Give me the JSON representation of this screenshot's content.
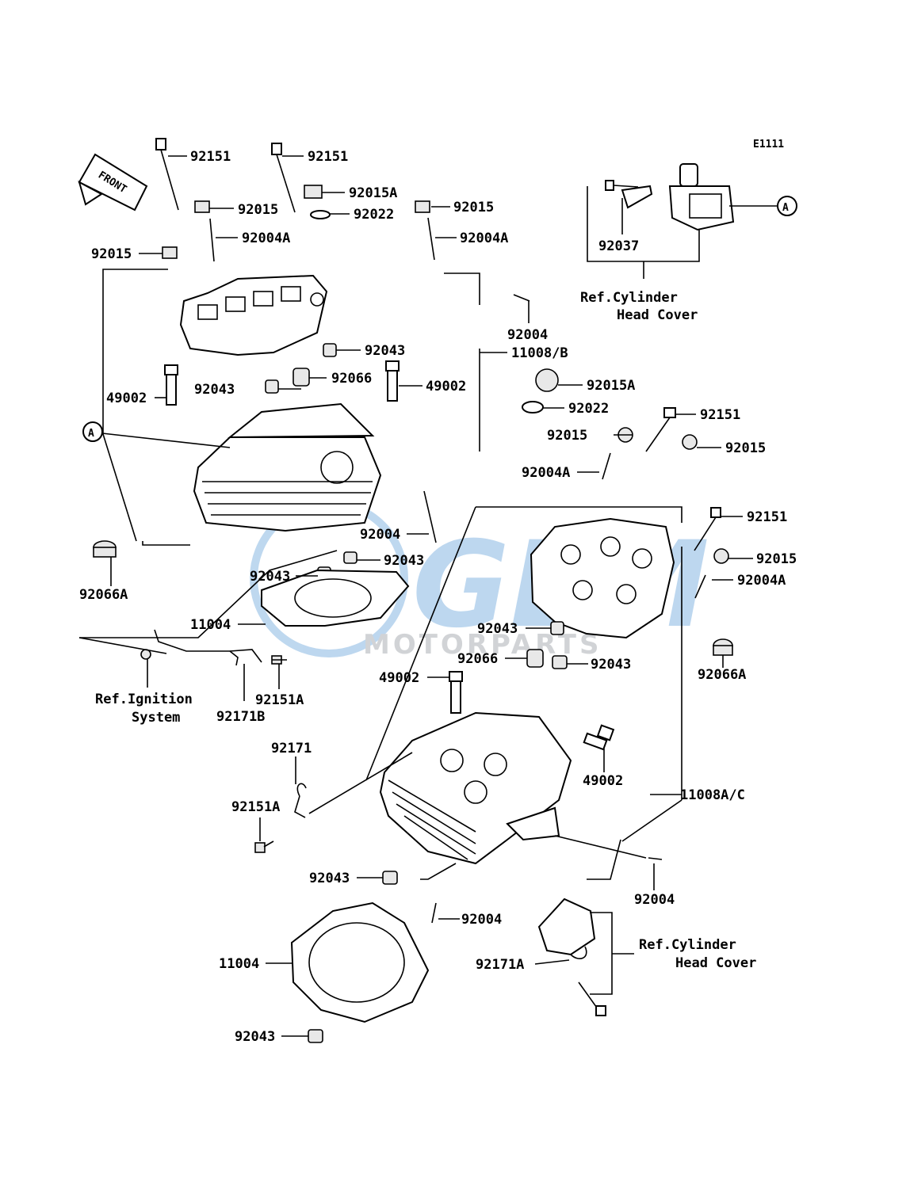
{
  "diagram_code": "E1111",
  "front_label": "FRONT",
  "watermark": {
    "brand": "GEM",
    "sub": "MOTORPARTS",
    "color": "#6fa8dc"
  },
  "ref_marker": "A",
  "refs": {
    "cyl_head_cover_top": [
      "Ref.Cylinder",
      "Head Cover"
    ],
    "ignition": [
      "Ref.Ignition",
      "System"
    ],
    "cyl_head_cover_bottom": [
      "Ref.Cylinder",
      "Head Cover"
    ]
  },
  "labels": {
    "l1": "92151",
    "l2": "92151",
    "l3": "92015",
    "l4": "92015A",
    "l5": "92015",
    "l6": "92022",
    "l7": "92004A",
    "l8": "92004A",
    "l9": "92015",
    "l10": "92037",
    "l11": "92004",
    "l12": "11008/B",
    "l13": "92043",
    "l14": "92066",
    "l15": "49002",
    "l16": "92043",
    "l17": "49002",
    "l18": "92015A",
    "l19": "92022",
    "l20": "92151",
    "l21": "92015",
    "l22": "92015",
    "l23": "92004A",
    "l24": "92151",
    "l25": "92004",
    "l26": "92015",
    "l27": "92043",
    "l28": "92004A",
    "l29": "92043",
    "l30": "92066A",
    "l31": "11004",
    "l32": "92043",
    "l33": "92066",
    "l34": "92043",
    "l35": "92066A",
    "l36": "49002",
    "l37": "92151A",
    "l38": "92171B",
    "l39": "92171",
    "l40": "49002",
    "l41": "11008A/C",
    "l42": "92151A",
    "l43": "92043",
    "l44": "92004",
    "l45": "92004",
    "l46": "11004",
    "l47": "92171A",
    "l48": "92043"
  }
}
